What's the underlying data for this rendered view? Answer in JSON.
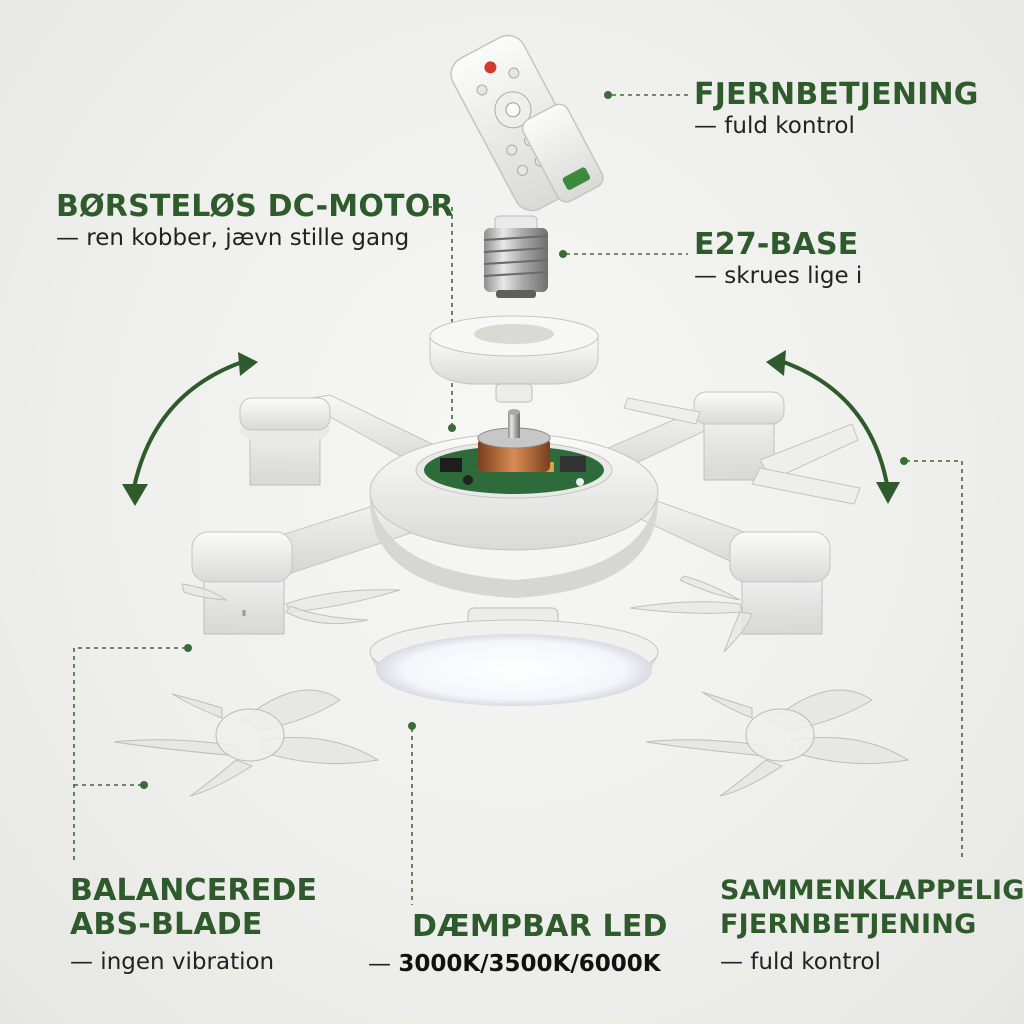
{
  "labels": {
    "remote": {
      "title": "FJERNBETJENING",
      "subtitle": "— fuld kontrol"
    },
    "motor": {
      "title": "BØRSTELØS DC-MOTOR",
      "subtitle": "— ren kobber, jævn stille gang"
    },
    "base": {
      "title": "E27-BASE",
      "subtitle": "— skrues lige i"
    },
    "blades": {
      "title_line1": "BALANCEREDE",
      "title_line2": "ABS-BLADE",
      "subtitle": "— ingen vibration"
    },
    "led": {
      "title": "DÆMPBAR LED",
      "dash": "—",
      "subtitle": "3000K/3500K/6000K"
    },
    "foldable": {
      "title_line1": "SAMMENKLAPPELIGE",
      "title_line2": "FJERNBETJENING",
      "subtitle": "— fuld kontrol"
    }
  },
  "colors": {
    "accent": "#2f5a2c",
    "leader": "#3d6b38",
    "body_white": "#f4f4f2",
    "shadow_grey": "#c9c9c6",
    "pcb_green": "#2e6b3a",
    "copper": "#b86a3a"
  },
  "icons": [
    "remote-control",
    "e27-bulb-base",
    "mount-ring",
    "dc-motor",
    "fan-arm",
    "fan-blade",
    "led-panel",
    "rotate-arrow"
  ]
}
